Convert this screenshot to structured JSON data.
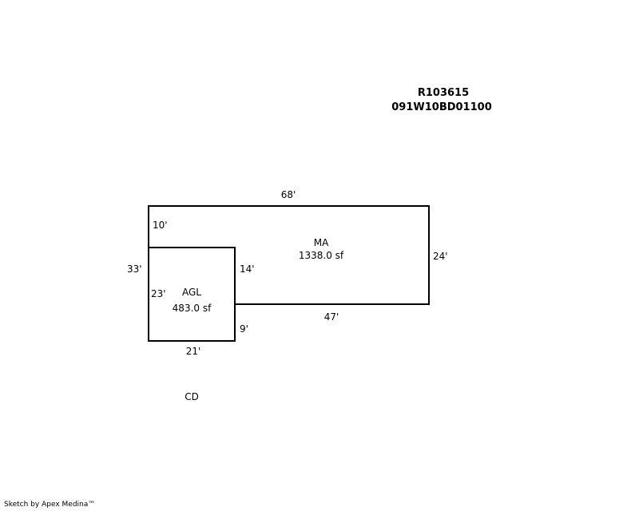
{
  "header": {
    "account_id": "R103615",
    "map_tax_lot": "091W10BD01100"
  },
  "areas": {
    "main": {
      "code": "MA",
      "size": "1338.0 sf"
    },
    "attached_garage": {
      "code": "AGL",
      "size": "483.0 sf"
    },
    "other": {
      "code": "CD"
    }
  },
  "dimensions": {
    "main_top": "68'",
    "main_left_upper": "10'",
    "overall_left": "33'",
    "main_right": "24'",
    "main_bottom": "47'",
    "garage_right_upper": "14'",
    "garage_right_lower": "9'",
    "garage_left": "23'",
    "garage_bottom": "21'"
  },
  "footer": {
    "credit": "Sketch by Apex Medina™"
  },
  "colors": {
    "line": "#000000",
    "background": "#ffffff"
  }
}
